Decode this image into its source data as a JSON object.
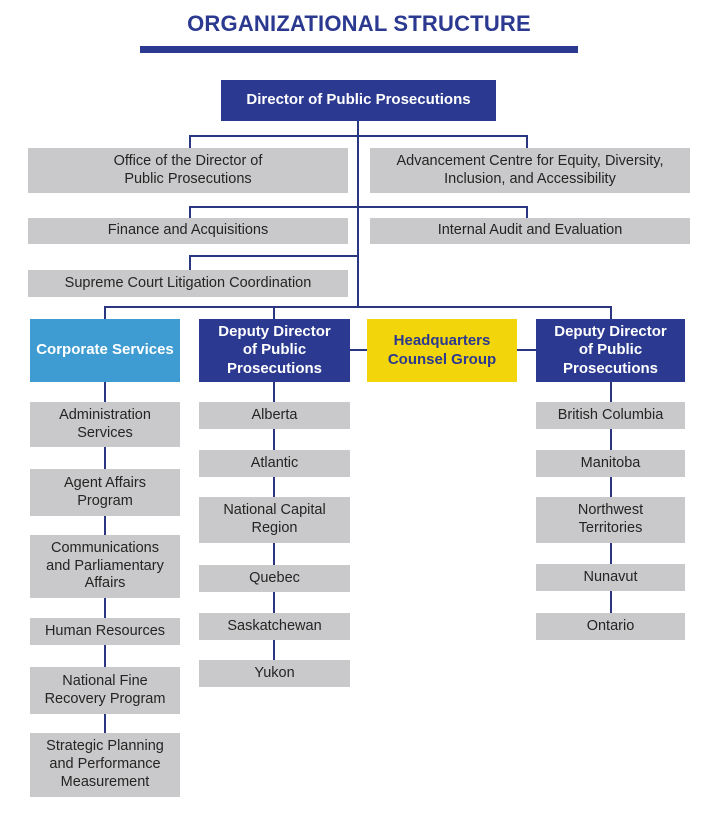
{
  "page": {
    "title": "ORGANIZATIONAL STRUCTURE"
  },
  "colors": {
    "navy": "#2B3990",
    "blue": "#3E9CD2",
    "yellow": "#F2D50A",
    "gray": "#C9C9CB",
    "line": "#2A3780",
    "title_text": "#2B3990",
    "gray_box_text": "#262423",
    "background": "#FFFFFF"
  },
  "org": {
    "root": {
      "label": "Director of Public Prosecutions"
    },
    "advisory": [
      {
        "id": "office-of-the-director",
        "label": "Office of the Director of\nPublic Prosecutions"
      },
      {
        "id": "advancement-centre",
        "label": "Advancement Centre for Equity, Diversity,\nInclusion, and Accessibility"
      },
      {
        "id": "finance-and-acquisitions",
        "label": "Finance and Acquisitions"
      },
      {
        "id": "internal-audit-and-evaluation",
        "label": "Internal Audit and Evaluation"
      },
      {
        "id": "supreme-court-litigation-coordination",
        "label": "Supreme Court Litigation Coordination"
      }
    ],
    "branches": [
      {
        "id": "corporate-services",
        "label": "Corporate Services",
        "children": [
          {
            "label": "Administration\nServices"
          },
          {
            "label": "Agent Affairs\nProgram"
          },
          {
            "label": "Communications\nand Parliamentary\nAffairs"
          },
          {
            "label": "Human Resources"
          },
          {
            "label": "National Fine\nRecovery Program"
          },
          {
            "label": "Strategic Planning\nand Performance\nMeasurement"
          }
        ]
      },
      {
        "id": "deputy-director-west",
        "label": "Deputy Director\nof Public\nProsecutions",
        "children": [
          {
            "label": "Alberta"
          },
          {
            "label": "Atlantic"
          },
          {
            "label": "National Capital\nRegion"
          },
          {
            "label": "Quebec"
          },
          {
            "label": "Saskatchewan"
          },
          {
            "label": "Yukon"
          }
        ]
      },
      {
        "id": "headquarters-counsel-group",
        "label": "Headquarters\nCounsel Group",
        "children": []
      },
      {
        "id": "deputy-director-east",
        "label": "Deputy Director\nof Public\nProsecutions",
        "children": [
          {
            "label": "British Columbia"
          },
          {
            "label": "Manitoba"
          },
          {
            "label": "Northwest\nTerritories"
          },
          {
            "label": "Nunavut"
          },
          {
            "label": "Ontario"
          }
        ]
      }
    ]
  }
}
